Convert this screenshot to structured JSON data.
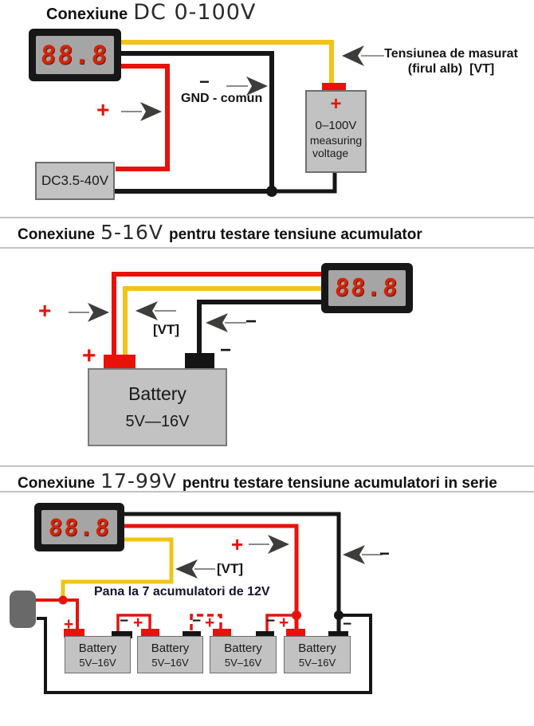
{
  "colors": {
    "wire_red": "#e8120b",
    "wire_yellow": "#f2c318",
    "wire_black": "#161616",
    "box_gray": "#c2c2c2",
    "digit_red": "#d42307"
  },
  "section1": {
    "title_prefix": "Conexiune",
    "title_range": "DC 0-100V",
    "voltmeter_value": "88.8",
    "measure_label_line1": "Tensiunea de masurat",
    "measure_label_line2": "(firul alb)  [VT]",
    "minus_label": "−",
    "gnd_label": "GND - comun",
    "plus_label": "+",
    "power_box_label": "DC3.5-40V",
    "sense_box": {
      "plus": "+",
      "line1": "0–100V",
      "line2": "measuring",
      "line3": "voltage"
    }
  },
  "section2": {
    "title_prefix": "Conexiune",
    "title_range": "5-16V",
    "title_suffix": "pentru testare tensiune acumulator",
    "voltmeter_value": "88.8",
    "plus_label": "+",
    "vt_label": "[VT]",
    "minus_label": "−",
    "terminal_plus": "+",
    "terminal_minus": "−",
    "battery": {
      "line1": "Battery",
      "line2": "5V—16V"
    }
  },
  "section3": {
    "title_prefix": "Conexiune",
    "title_range": "17-99V",
    "title_suffix": "pentru testare tensiune acumulatori in serie",
    "voltmeter_value": "88.8",
    "plus_label": "+",
    "minus_label": "−",
    "vt_label": "[VT]",
    "note": "Pana la 7 acumulatori de 12V",
    "batteries": [
      {
        "plus": "+",
        "minus": "−",
        "line1": "Battery",
        "line2": "5V–16V"
      },
      {
        "plus": "+",
        "minus": "−",
        "line1": "Battery",
        "line2": "5V–16V"
      },
      {
        "plus": "+",
        "minus": "−",
        "line1": "Battery",
        "line2": "5V–16V"
      },
      {
        "plus": "+",
        "minus": "−",
        "line1": "Battery",
        "line2": "5V–16V"
      }
    ]
  }
}
